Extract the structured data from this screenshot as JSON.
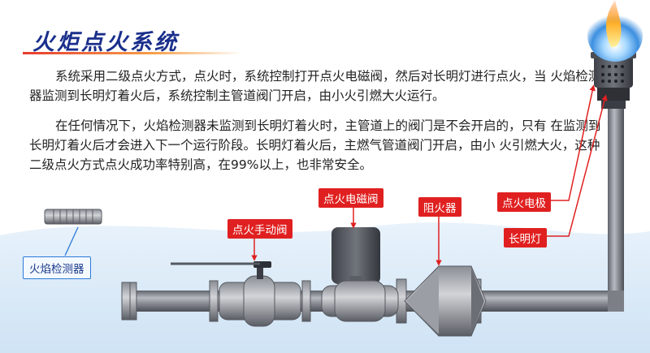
{
  "title": "火炬点火系统",
  "paragraphs": [
    "系统采用二级点火方式，点火时，系统控制打开点火电磁阀，然后对长明灯进行点火，当 火焰检测器监测到长明灯着火后，系统控制主管道阀门开启，由小火引燃大火运行。",
    "在任何情况下，火焰检测器未监测到长明灯着火时，主管道上的阀门是不会开启的，只有 在监测到长明灯着火后才会进入下一个运行阶段。长明灯着火后，主燃气管道阀门开启，由小 火引燃大火，这种二级点火方式点火成功率特别高，在99%以上，也非常安全。"
  ],
  "labels": {
    "solenoid": "点火电磁阀",
    "arrester": "阻火器",
    "manual_valve": "点火手动阀",
    "ignition_electrode": "点火电极",
    "pilot_light": "长明灯",
    "flame_detector": "火焰检测器"
  },
  "colors": {
    "title": "#1a2f8c",
    "label_red": "#e02020",
    "pipe": "#7c7f86",
    "detector_border": "#2a7ad8"
  }
}
